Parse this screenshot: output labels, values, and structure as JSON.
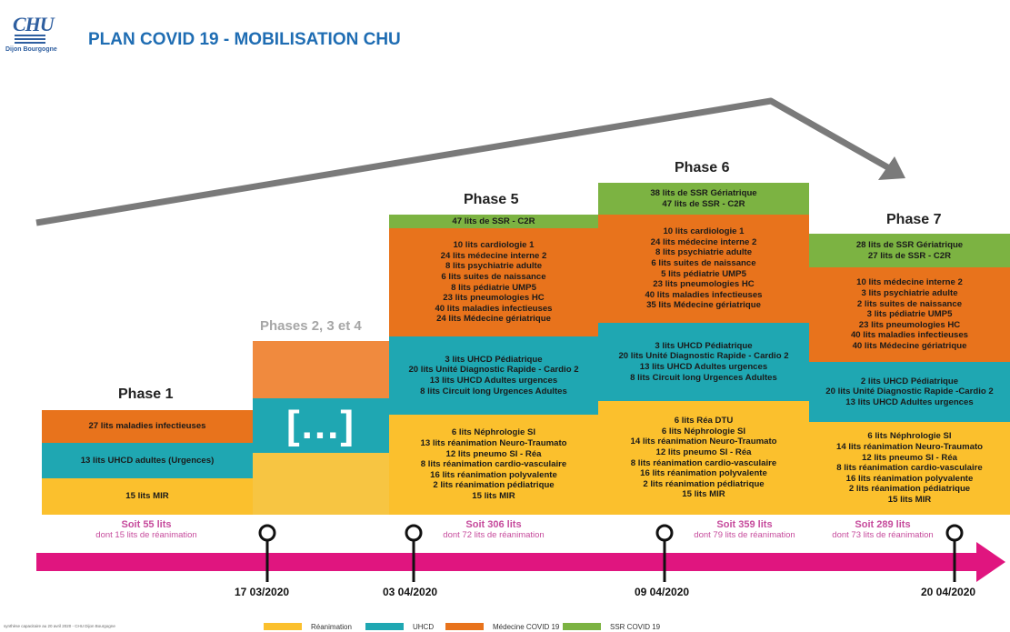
{
  "logo": {
    "mark": "CHU",
    "subtitle": "Dijon Bourgogne"
  },
  "title": "PLAN COVID 19 - MOBILISATION CHU",
  "phases": {
    "p1": {
      "title": "Phase 1",
      "medecine": [
        "27 lits maladies infectieuses"
      ],
      "uhcd": [
        "13 lits UHCD adultes (Urgences)"
      ],
      "reanimation": [
        "15 lits MIR"
      ],
      "summary": {
        "total": "Soit 55 lits",
        "detail": "dont 15 lits de réanimation"
      }
    },
    "p234": {
      "title": "Phases 2, 3 et 4",
      "ellipsis": "[...]"
    },
    "p5": {
      "title": "Phase 5",
      "ssr": [
        "47 lits de SSR - C2R"
      ],
      "medecine": [
        "10 lits cardiologie 1",
        "24 lits médecine interne 2",
        "8  lits psychiatrie adulte",
        "6 lits suites de naissance",
        "8 lits pédiatrie UMP5",
        "23 lits pneumologies HC",
        "40 lits maladies infectieuses",
        "24 lits Médecine gériatrique"
      ],
      "uhcd": [
        "3 lits UHCD Pédiatrique",
        "20 lits Unité Diagnostic Rapide - Cardio 2",
        "13 lits UHCD Adultes urgences",
        "8 lits Circuit long Urgences Adultes"
      ],
      "reanimation": [
        "6 lits  Néphrologie SI",
        "13 lits réanimation Neuro-Traumato",
        "12 lits pneumo SI - Réa",
        "8 lits réanimation cardio-vasculaire",
        "16 lits réanimation polyvalente",
        "2 lits réanimation pédiatrique",
        "15 lits MIR"
      ],
      "summary": {
        "total": "Soit 306 lits",
        "detail": "dont 72 lits de réanimation"
      }
    },
    "p6": {
      "title": "Phase 6",
      "ssr": [
        "38 lits de SSR Gériatrique",
        "47 lits de SSR - C2R"
      ],
      "medecine": [
        "10 lits cardiologie 1",
        "24 lits médecine interne 2",
        "8  lits psychiatrie adulte",
        "6 lits suites de naissance",
        "5 lits pédiatrie UMP5",
        "23 lits pneumologies HC",
        "40 lits maladies infectieuses",
        "35 lits Médecine gériatrique"
      ],
      "uhcd": [
        "3 lits UHCD Pédiatrique",
        "20 lits Unité Diagnostic Rapide - Cardio 2",
        "13 lits UHCD Adultes urgences",
        "8 lits Circuit long Urgences Adultes"
      ],
      "reanimation": [
        "6 lits Réa DTU",
        "6 lits  Néphrologie SI",
        "14 lits réanimation Neuro-Traumato",
        "12 lits pneumo SI - Réa",
        "8 lits réanimation cardio-vasculaire",
        "16 lits réanimation polyvalente",
        "2 lits réanimation pédiatrique",
        "15 lits MIR"
      ],
      "summary": {
        "total": "Soit 359 lits",
        "detail": "dont 79 lits de réanimation"
      }
    },
    "p7": {
      "title": "Phase 7",
      "ssr": [
        "28 lits de SSR Gériatrique",
        "27 lits de SSR - C2R"
      ],
      "medecine": [
        "10 lits médecine interne 2",
        "3  lits psychiatrie adulte",
        "2 lits suites de naissance",
        "3 lits pédiatrie UMP5",
        "23 lits pneumologies HC",
        "40 lits maladies infectieuses",
        "40 lits Médecine gériatrique"
      ],
      "uhcd": [
        "2 lits UHCD Pédiatrique",
        "20 lits Unité Diagnostic Rapide -Cardio 2",
        "13 lits UHCD Adultes urgences"
      ],
      "reanimation": [
        "6 lits  Néphrologie SI",
        "14 lits réanimation Neuro-Traumato",
        "12 lits pneumo SI - Réa",
        "8 lits réanimation cardio-vasculaire",
        "16 lits réanimation polyvalente",
        "2 lits réanimation pédiatrique",
        "15 lits MIR"
      ],
      "summary": {
        "total": "Soit 289 lits",
        "detail": "dont 73 lits de réanimation"
      }
    }
  },
  "timeline": {
    "dates": [
      "17 03/2020",
      "03 04/2020",
      "09 04/2020",
      "20 04/2020"
    ]
  },
  "legend": [
    {
      "label": "Réanimation",
      "color": "#fbc02d"
    },
    {
      "label": "UHCD",
      "color": "#1fa7b2"
    },
    {
      "label": "Médecine COVID 19",
      "color": "#e8731c"
    },
    {
      "label": "SSR COVID 19",
      "color": "#7cb342"
    }
  ],
  "footnote": "synthèse capacitaire au 20 avril 2020 - CHU Dijon Bourgogne",
  "colors": {
    "timeline": "#e0157f",
    "title": "#1f6db3",
    "trend_arrow": "#7a7a7a"
  }
}
